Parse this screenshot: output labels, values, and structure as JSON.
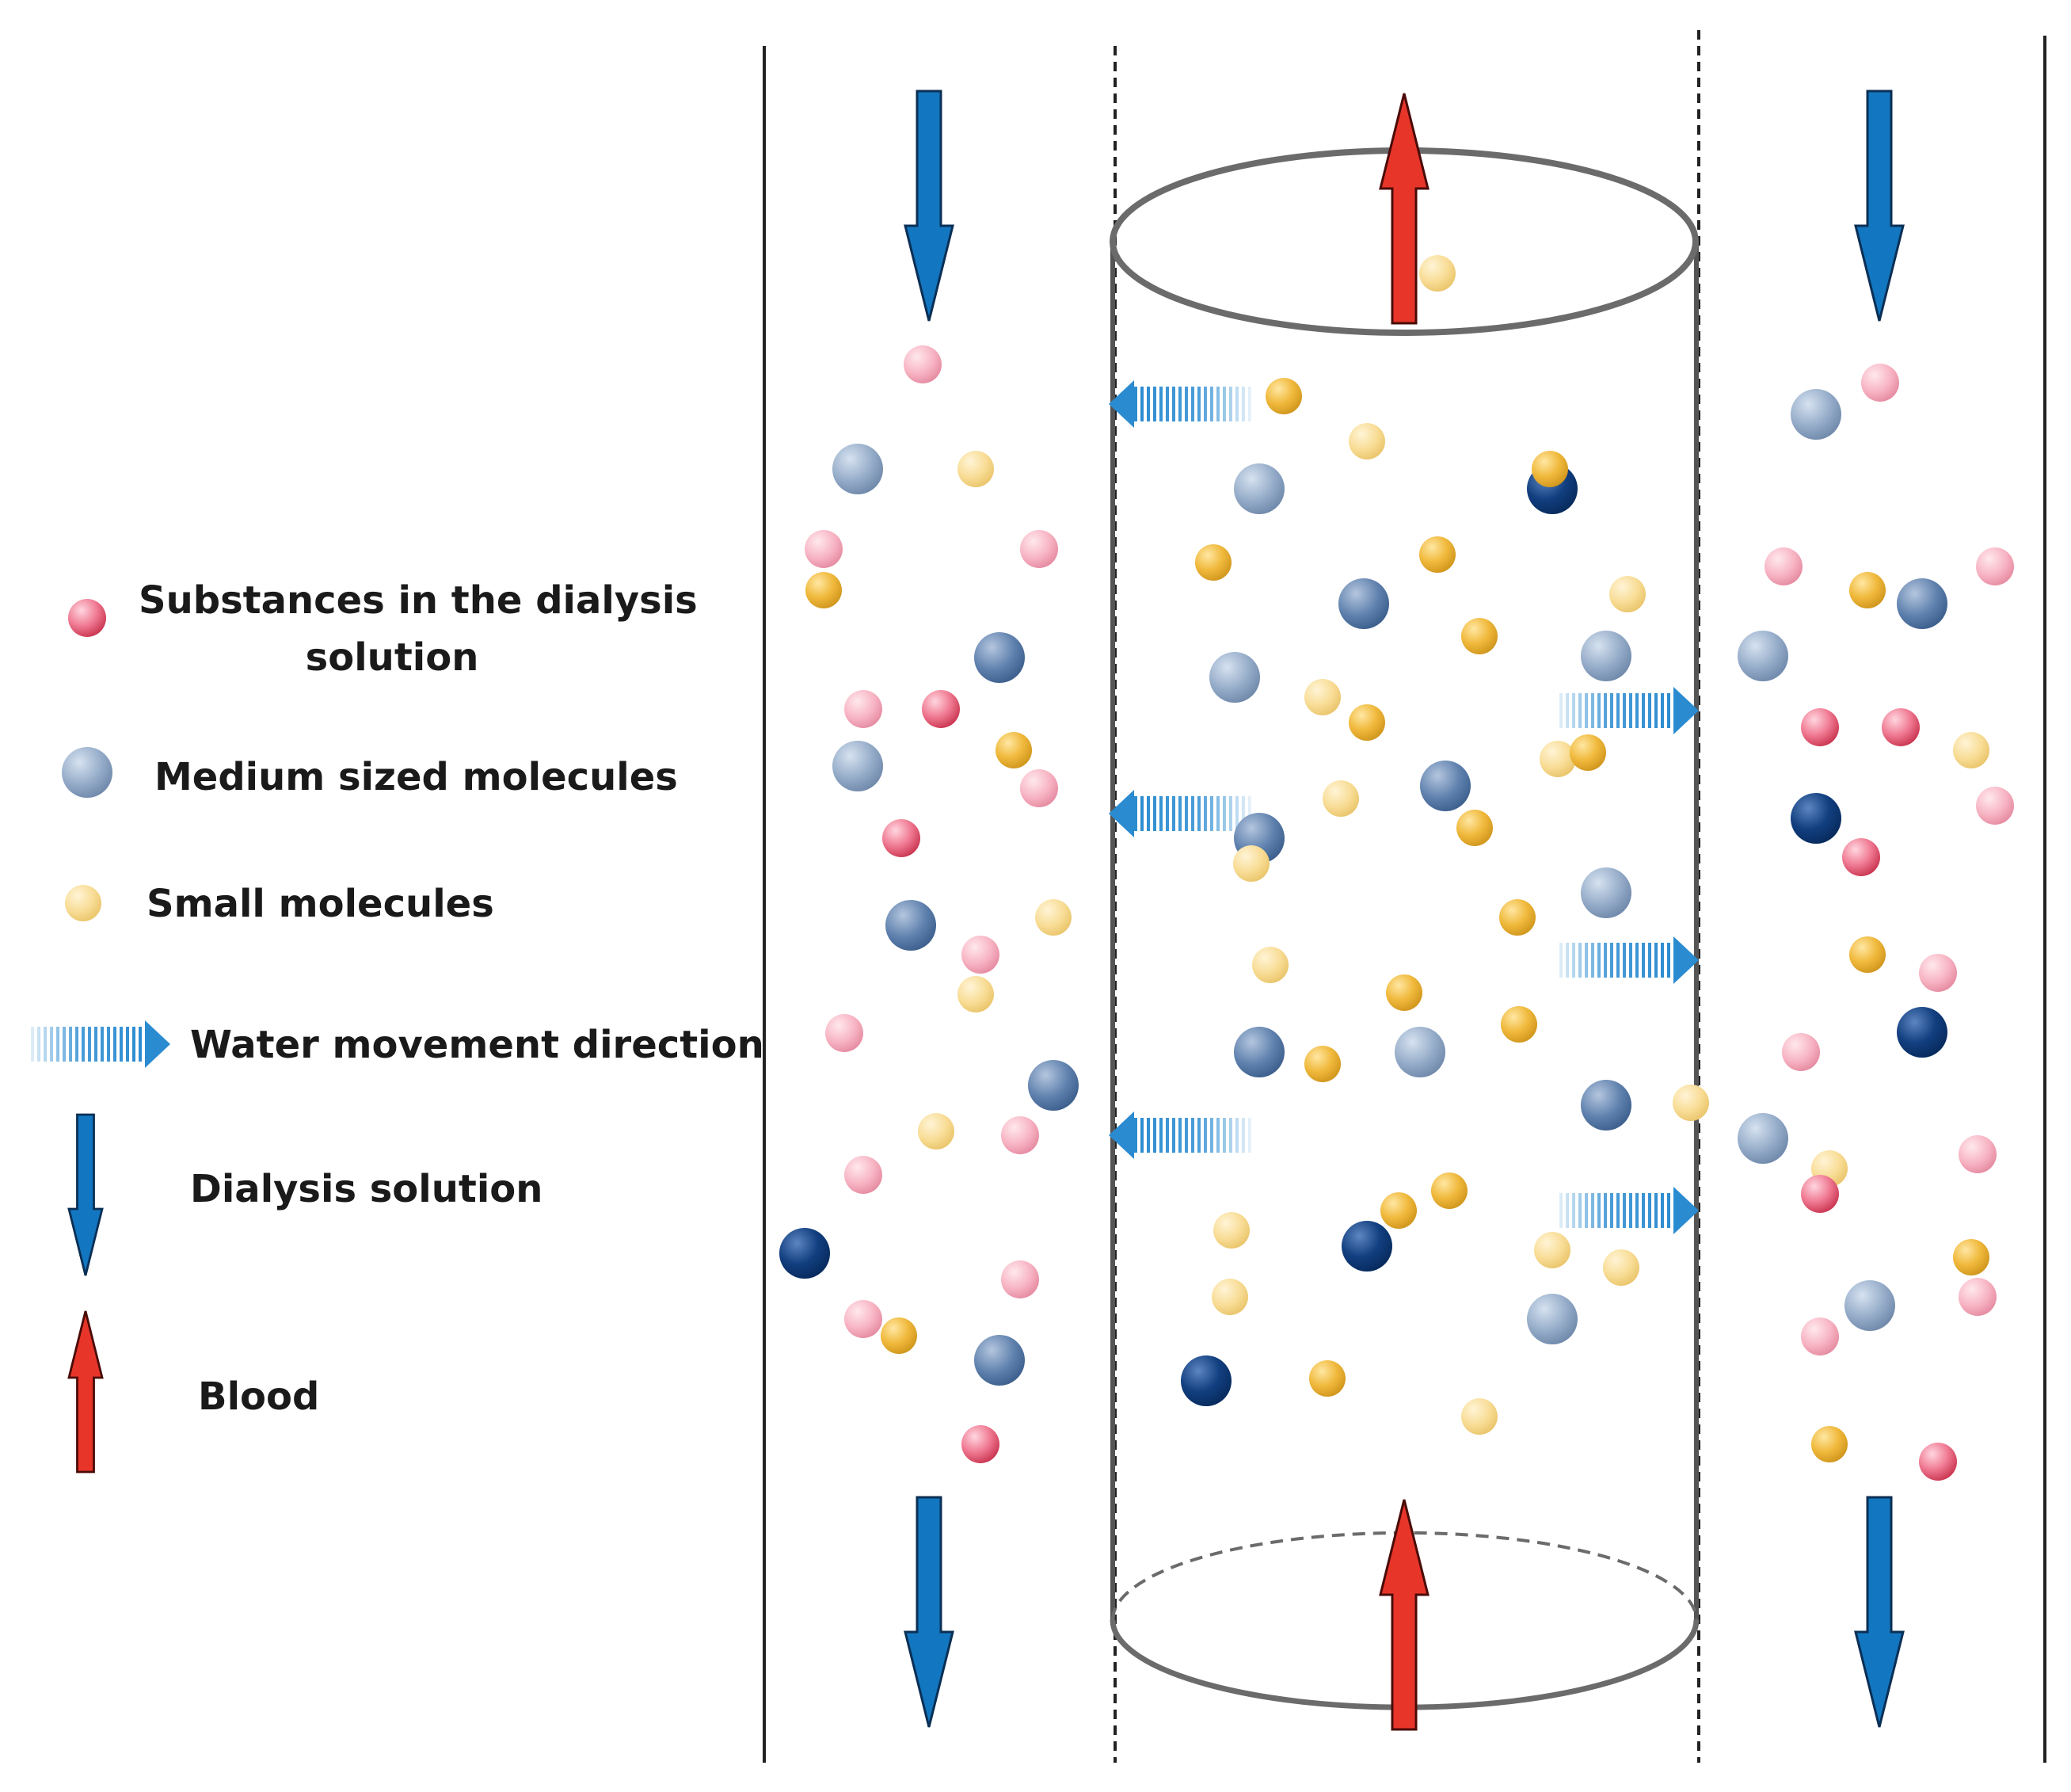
{
  "legend": {
    "items": [
      {
        "key": "dialysis_substance",
        "label_line1": "Substances in the dialysis",
        "label_line2": "solution",
        "icon": "pink-circle-icon"
      },
      {
        "key": "medium_molecule",
        "label": "Medium sized molecules",
        "icon": "blue-circle-icon"
      },
      {
        "key": "small_molecule",
        "label": "Small molecules",
        "icon": "yellow-circle-icon"
      },
      {
        "key": "water_movement",
        "label": "Water movement direction",
        "icon": "striped-arrow-right-icon"
      },
      {
        "key": "dialysis_solution",
        "label": "Dialysis solution",
        "icon": "blue-arrow-down-icon"
      },
      {
        "key": "blood",
        "label": "Blood",
        "icon": "red-arrow-up-icon"
      }
    ]
  },
  "colors": {
    "dialysis_substance": "#e8546f",
    "dialysis_substance_light": "#f5a3b5",
    "medium_molecule": "#8ea7c6",
    "medium_molecule_mid": "#5d7fac",
    "medium_molecule_dark": "#0f3f7e",
    "small_molecule": "#f7d98a",
    "small_molecule_dark": "#efb53a",
    "water_arrow": "#2a8bd0",
    "dialysis_arrow": "#1277c0",
    "blood_arrow": "#e8352a",
    "outline": "#555555"
  }
}
